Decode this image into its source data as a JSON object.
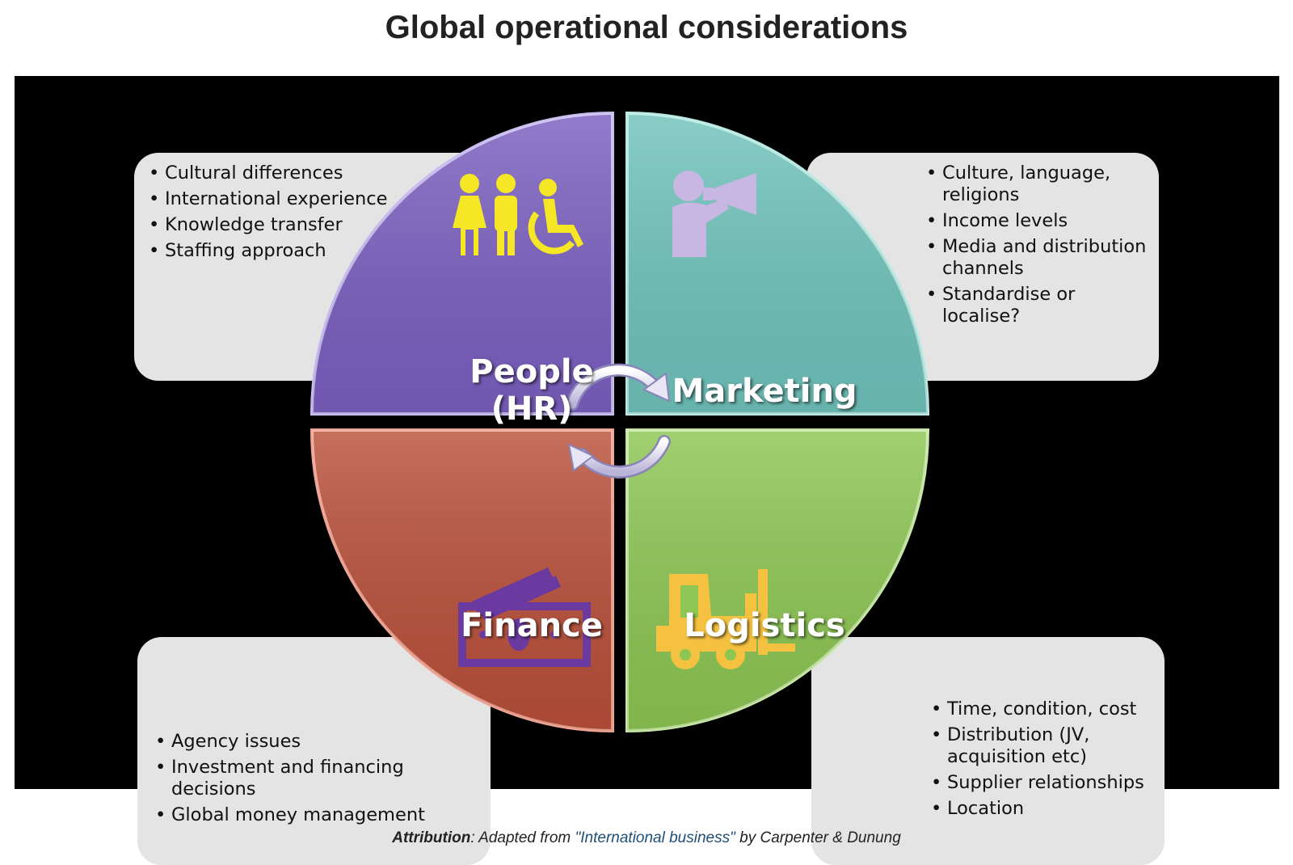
{
  "title": "Global operational considerations",
  "quadrants": {
    "people": {
      "label_line1": "People",
      "label_line2": "(HR)",
      "color": "#7b5fc0",
      "icon": "people-accessibility-icon",
      "items": [
        "Cultural differences",
        "International experience",
        "Knowledge transfer",
        "Staffing approach"
      ]
    },
    "marketing": {
      "label": "Marketing",
      "color": "#70c3bc",
      "icon": "megaphone-person-icon",
      "items": [
        "Culture, language, religions",
        "Income levels",
        "Media and distribution channels",
        "Standardise or localise?"
      ]
    },
    "finance": {
      "label": "Finance",
      "color": "#b9503a",
      "icon": "money-bills-icon",
      "items": [
        "Agency issues",
        "Investment and financing decisions",
        "Global money management"
      ]
    },
    "logistics": {
      "label": "Logistics",
      "color": "#8dc653",
      "icon": "forklift-icon",
      "items": [
        "Time, condition, cost",
        "Distribution (JV, acquisition etc)",
        "Supplier relationships",
        "Location"
      ]
    }
  },
  "attribution": {
    "lead": "Attribution",
    "text1": ": Adapted from ",
    "source": "\"International business\"",
    "text2": " by Carpenter & Dunung"
  }
}
